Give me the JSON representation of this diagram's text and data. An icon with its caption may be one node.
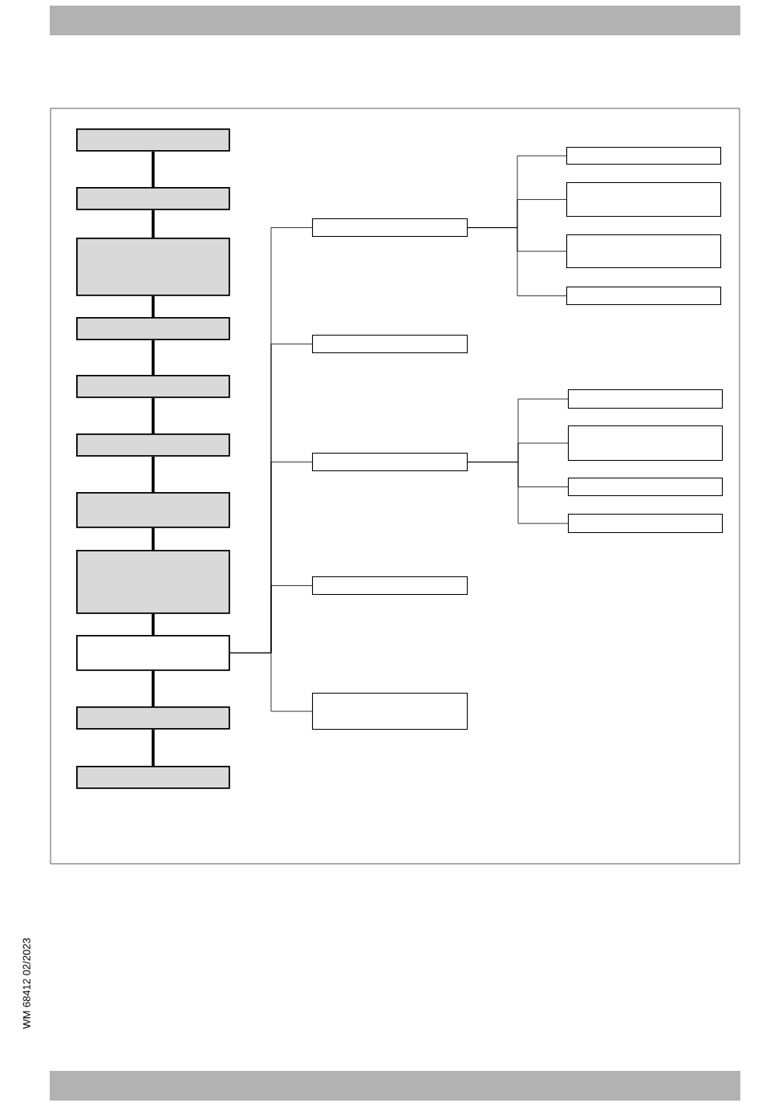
{
  "diagram": {
    "nodes": [
      {
        "text": [],
        "shape": "box"
      },
      {
        "text": [],
        "shape": "box"
      },
      {
        "text": [],
        "shape": "box"
      },
      {
        "text": [],
        "shape": "box"
      },
      {
        "text": [],
        "shape": "box"
      },
      {
        "text": [],
        "shape": "box"
      },
      {
        "text": [],
        "shape": "box"
      },
      {
        "text": [],
        "shape": "box"
      },
      {
        "text": [],
        "shape": "box"
      },
      {
        "text": [],
        "shape": "box"
      },
      {
        "text": [],
        "shape": "box"
      },
      {
        "text": [],
        "shape": "box"
      },
      {
        "text": [],
        "shape": "box"
      },
      {
        "text": [],
        "shape": "box"
      },
      {
        "text": [],
        "shape": "box"
      },
      {
        "text": [],
        "shape": "box"
      },
      {
        "text": [],
        "shape": "box"
      },
      {
        "text": [],
        "shape": "box"
      },
      {
        "text": [],
        "shape": "box"
      },
      {
        "text": [],
        "shape": "box"
      },
      {
        "text": [],
        "shape": "box"
      },
      {
        "text": [],
        "shape": "box"
      },
      {
        "text": [],
        "shape": "box"
      },
      {
        "text": [],
        "shape": "box"
      }
    ],
    "edges": [
      {
        "from": 0,
        "to": 1,
        "arrow": "none",
        "style": "thick"
      },
      {
        "from": 1,
        "to": 2,
        "arrow": "none",
        "style": "thick"
      },
      {
        "from": 2,
        "to": 3,
        "arrow": "none",
        "style": "thick"
      },
      {
        "from": 3,
        "to": 4,
        "arrow": "none",
        "style": "thick"
      },
      {
        "from": 4,
        "to": 5,
        "arrow": "none",
        "style": "thick"
      },
      {
        "from": 5,
        "to": 6,
        "arrow": "none",
        "style": "thick"
      },
      {
        "from": 6,
        "to": 7,
        "arrow": "none",
        "style": "thick"
      },
      {
        "from": 7,
        "to": 8,
        "arrow": "none",
        "style": "thick"
      },
      {
        "from": 8,
        "to": 9,
        "arrow": "none",
        "style": "thick"
      },
      {
        "from": 9,
        "to": 10,
        "arrow": "none",
        "style": "thick"
      },
      {
        "from": 8,
        "to": 11,
        "arrow": "none"
      },
      {
        "from": 8,
        "to": 12,
        "arrow": "none"
      },
      {
        "from": 8,
        "to": 13,
        "arrow": "none"
      },
      {
        "from": 8,
        "to": 14,
        "arrow": "none"
      },
      {
        "from": 8,
        "to": 15,
        "arrow": "none"
      },
      {
        "from": 11,
        "to": 16,
        "arrow": "none"
      },
      {
        "from": 11,
        "to": 17,
        "arrow": "none"
      },
      {
        "from": 11,
        "to": 18,
        "arrow": "none"
      },
      {
        "from": 11,
        "to": 19,
        "arrow": "none"
      },
      {
        "from": 13,
        "to": 20,
        "arrow": "none"
      },
      {
        "from": 13,
        "to": 21,
        "arrow": "none"
      },
      {
        "from": 13,
        "to": 22,
        "arrow": "none"
      },
      {
        "from": 13,
        "to": 23,
        "arrow": "none"
      }
    ],
    "labels": [
      "WM 68412 02/2023"
    ]
  }
}
